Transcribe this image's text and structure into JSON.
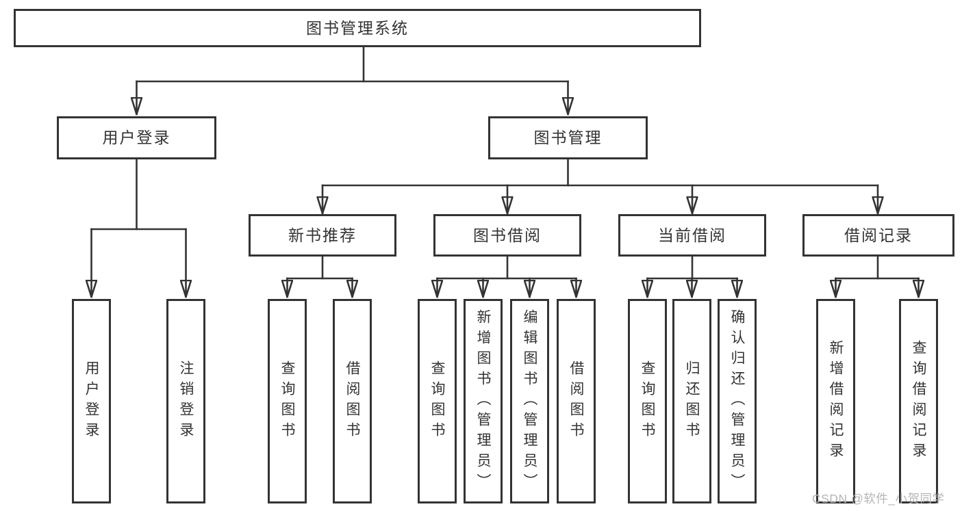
{
  "diagram_title": "图书管理系统",
  "colors": {
    "background": "#ffffff",
    "line": "#333333",
    "box_border": "#333333",
    "text": "#333333",
    "watermark_text": "#b5b5b5"
  },
  "tree": {
    "root": {
      "label": "图书管理系统"
    },
    "branches": [
      {
        "label": "用户登录",
        "children": [
          {
            "label": "用户登录"
          },
          {
            "label": "注销登录"
          }
        ]
      },
      {
        "label": "图书管理",
        "children": [
          {
            "label": "新书推荐",
            "children": [
              {
                "label": "查询图书"
              },
              {
                "label": "借阅图书"
              }
            ]
          },
          {
            "label": "图书借阅",
            "children": [
              {
                "label": "查询图书"
              },
              {
                "label": "新增图书（管理员）"
              },
              {
                "label": "编辑图书（管理员）"
              },
              {
                "label": "借阅图书"
              }
            ]
          },
          {
            "label": "当前借阅",
            "children": [
              {
                "label": "查询图书"
              },
              {
                "label": "归还图书"
              },
              {
                "label": "确认归还（管理员）"
              }
            ]
          },
          {
            "label": "借阅记录",
            "children": [
              {
                "label": "新增借阅记录"
              },
              {
                "label": "查询借阅记录"
              }
            ]
          }
        ]
      }
    ]
  },
  "watermark": {
    "text": "CSDN @软件_小贺同学"
  }
}
